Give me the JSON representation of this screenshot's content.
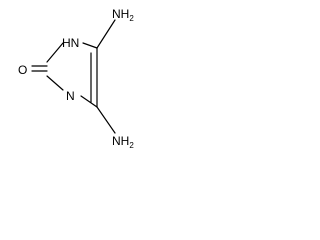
{
  "molecule": {
    "labels": {
      "amino_top_main": "NH",
      "amino_top_sub": "2",
      "amino_bottom_main": "NH",
      "amino_bottom_sub": "2",
      "ring_nh": "HN",
      "ring_n": "N",
      "carbonyl_o": "O"
    }
  },
  "colors": {
    "bond": "#000000",
    "label": "#000000",
    "background": "#ffffff"
  }
}
